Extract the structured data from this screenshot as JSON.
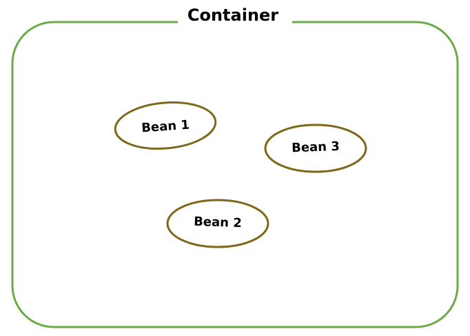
{
  "container": {
    "title": "Container",
    "border_color": "#6aab46"
  },
  "beans": [
    {
      "label": "Bean 1"
    },
    {
      "label": "Bean 2"
    },
    {
      "label": "Bean 3"
    }
  ],
  "colors": {
    "bean_outline": "#7d6718",
    "text": "#000000",
    "background": "#ffffff"
  }
}
